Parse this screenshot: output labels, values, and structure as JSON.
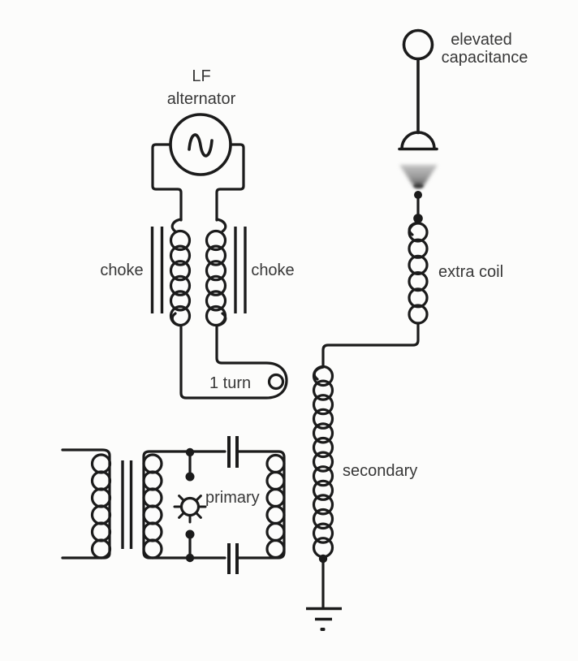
{
  "diagram": {
    "type": "circuit-schematic",
    "labels": {
      "alternator": {
        "line1": "LF",
        "line2": "alternator"
      },
      "choke_left": "choke",
      "choke_right": "choke",
      "one_turn": "1 turn",
      "primary": "primary",
      "secondary": "secondary",
      "extra_coil": "extra coil",
      "elevated": {
        "line1": "elevated",
        "line2": "capacitance"
      }
    },
    "colors": {
      "ink": "#1b1b1b",
      "label_text": "#383838",
      "paper": "#fcfcfb",
      "corona_gray": "#8f8f8f"
    }
  }
}
